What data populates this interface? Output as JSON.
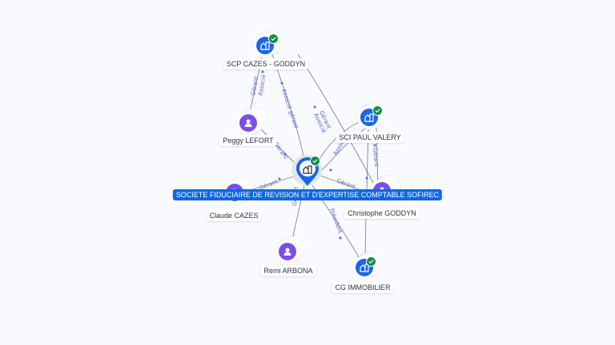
{
  "colors": {
    "company": "#1a66e8",
    "person": "#7b4fe6",
    "verified": "#178a48",
    "main_label_bg": "#0f66e9",
    "edge": "#7d8593",
    "edge_label": "#5b63d3"
  },
  "main_node": {
    "label": "SOCIETE FIDUCIAIRE DE REVISION ET D'EXPERTISE COMPTABLE SOFIREC",
    "type": "company",
    "icon": "building-icon",
    "verified": true
  },
  "nodes": [
    {
      "id": "scp",
      "label": "SCP CAZES - GODDYN",
      "type": "company",
      "icon": "building-icon",
      "verified": true
    },
    {
      "id": "peggy",
      "label": "Peggy LEFORT",
      "type": "person",
      "icon": "person-icon",
      "verified": false
    },
    {
      "id": "sci",
      "label": "SCI PAUL VALERY",
      "type": "company",
      "icon": "building-icon",
      "verified": true
    },
    {
      "id": "claude",
      "label": "Claude CAZES",
      "type": "person",
      "icon": "person-icon",
      "verified": false
    },
    {
      "id": "christophe",
      "label": "Christophe GODDYN",
      "type": "person",
      "icon": "person-icon",
      "verified": false
    },
    {
      "id": "remi",
      "label": "Remi ARBONA",
      "type": "person",
      "icon": "person-icon",
      "verified": false
    },
    {
      "id": "cg",
      "label": "CG IMMOBILIER",
      "type": "company",
      "icon": "building-icon",
      "verified": true
    }
  ],
  "edges": [
    {
      "from": "peggy",
      "to": "scp",
      "labels": [
        "Gérant",
        "Associé"
      ]
    },
    {
      "from": "main",
      "to": "scp",
      "labels": [
        "Associé gérant"
      ]
    },
    {
      "from": "christophe",
      "to": "scp",
      "labels": [
        "Gérant",
        "Associé"
      ]
    },
    {
      "from": "peggy",
      "to": "main",
      "labels": [
        "Gérant"
      ]
    },
    {
      "from": "claude",
      "to": "main",
      "labels": [
        "Gérant"
      ]
    },
    {
      "from": "main",
      "to": "sci",
      "labels": [
        "Associé"
      ]
    },
    {
      "from": "christophe",
      "to": "sci",
      "labels": [
        "Gérant"
      ]
    },
    {
      "from": "christophe",
      "to": "main",
      "labels": [
        "Gérant"
      ]
    },
    {
      "from": "remi",
      "to": "main",
      "labels": [
        "Gérant"
      ]
    },
    {
      "from": "cg",
      "to": "main",
      "labels": [
        "Président"
      ]
    },
    {
      "from": "christophe",
      "to": "cg",
      "labels": [
        ""
      ]
    }
  ]
}
